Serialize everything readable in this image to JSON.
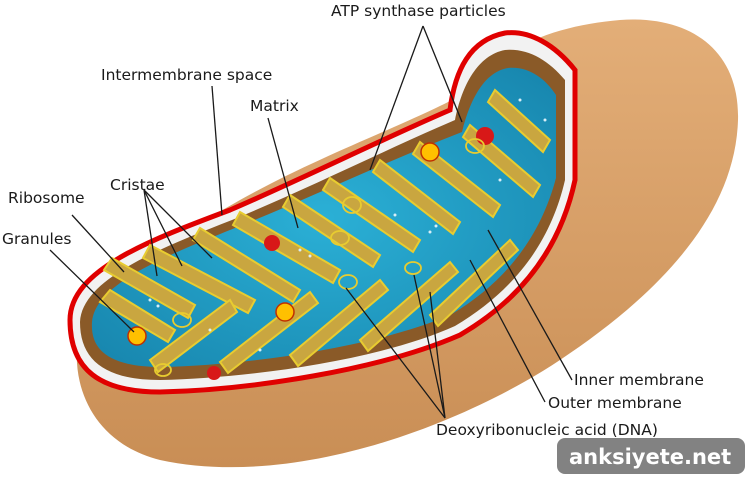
{
  "labels": {
    "atp_synthase": "ATP synthase particles",
    "intermembrane_space": "Intermembrane space",
    "matrix": "Matrix",
    "cristae": "Cristae",
    "ribosome": "Ribosome",
    "granules": "Granules",
    "inner_membrane": "Inner membrane",
    "outer_membrane": "Outer membrane",
    "dna": "Deoxyribonucleic acid (DNA)"
  },
  "watermark": "anksiyete.net",
  "colors": {
    "outer_membrane_body": "#d9a068",
    "outer_membrane_edge": "#e00000",
    "matrix": "#1f9fc4",
    "cristae": "#c9a640",
    "cristae_edge": "#e8cc30",
    "intermembrane": "#8a5a28",
    "watermark_bg": "#777777"
  }
}
